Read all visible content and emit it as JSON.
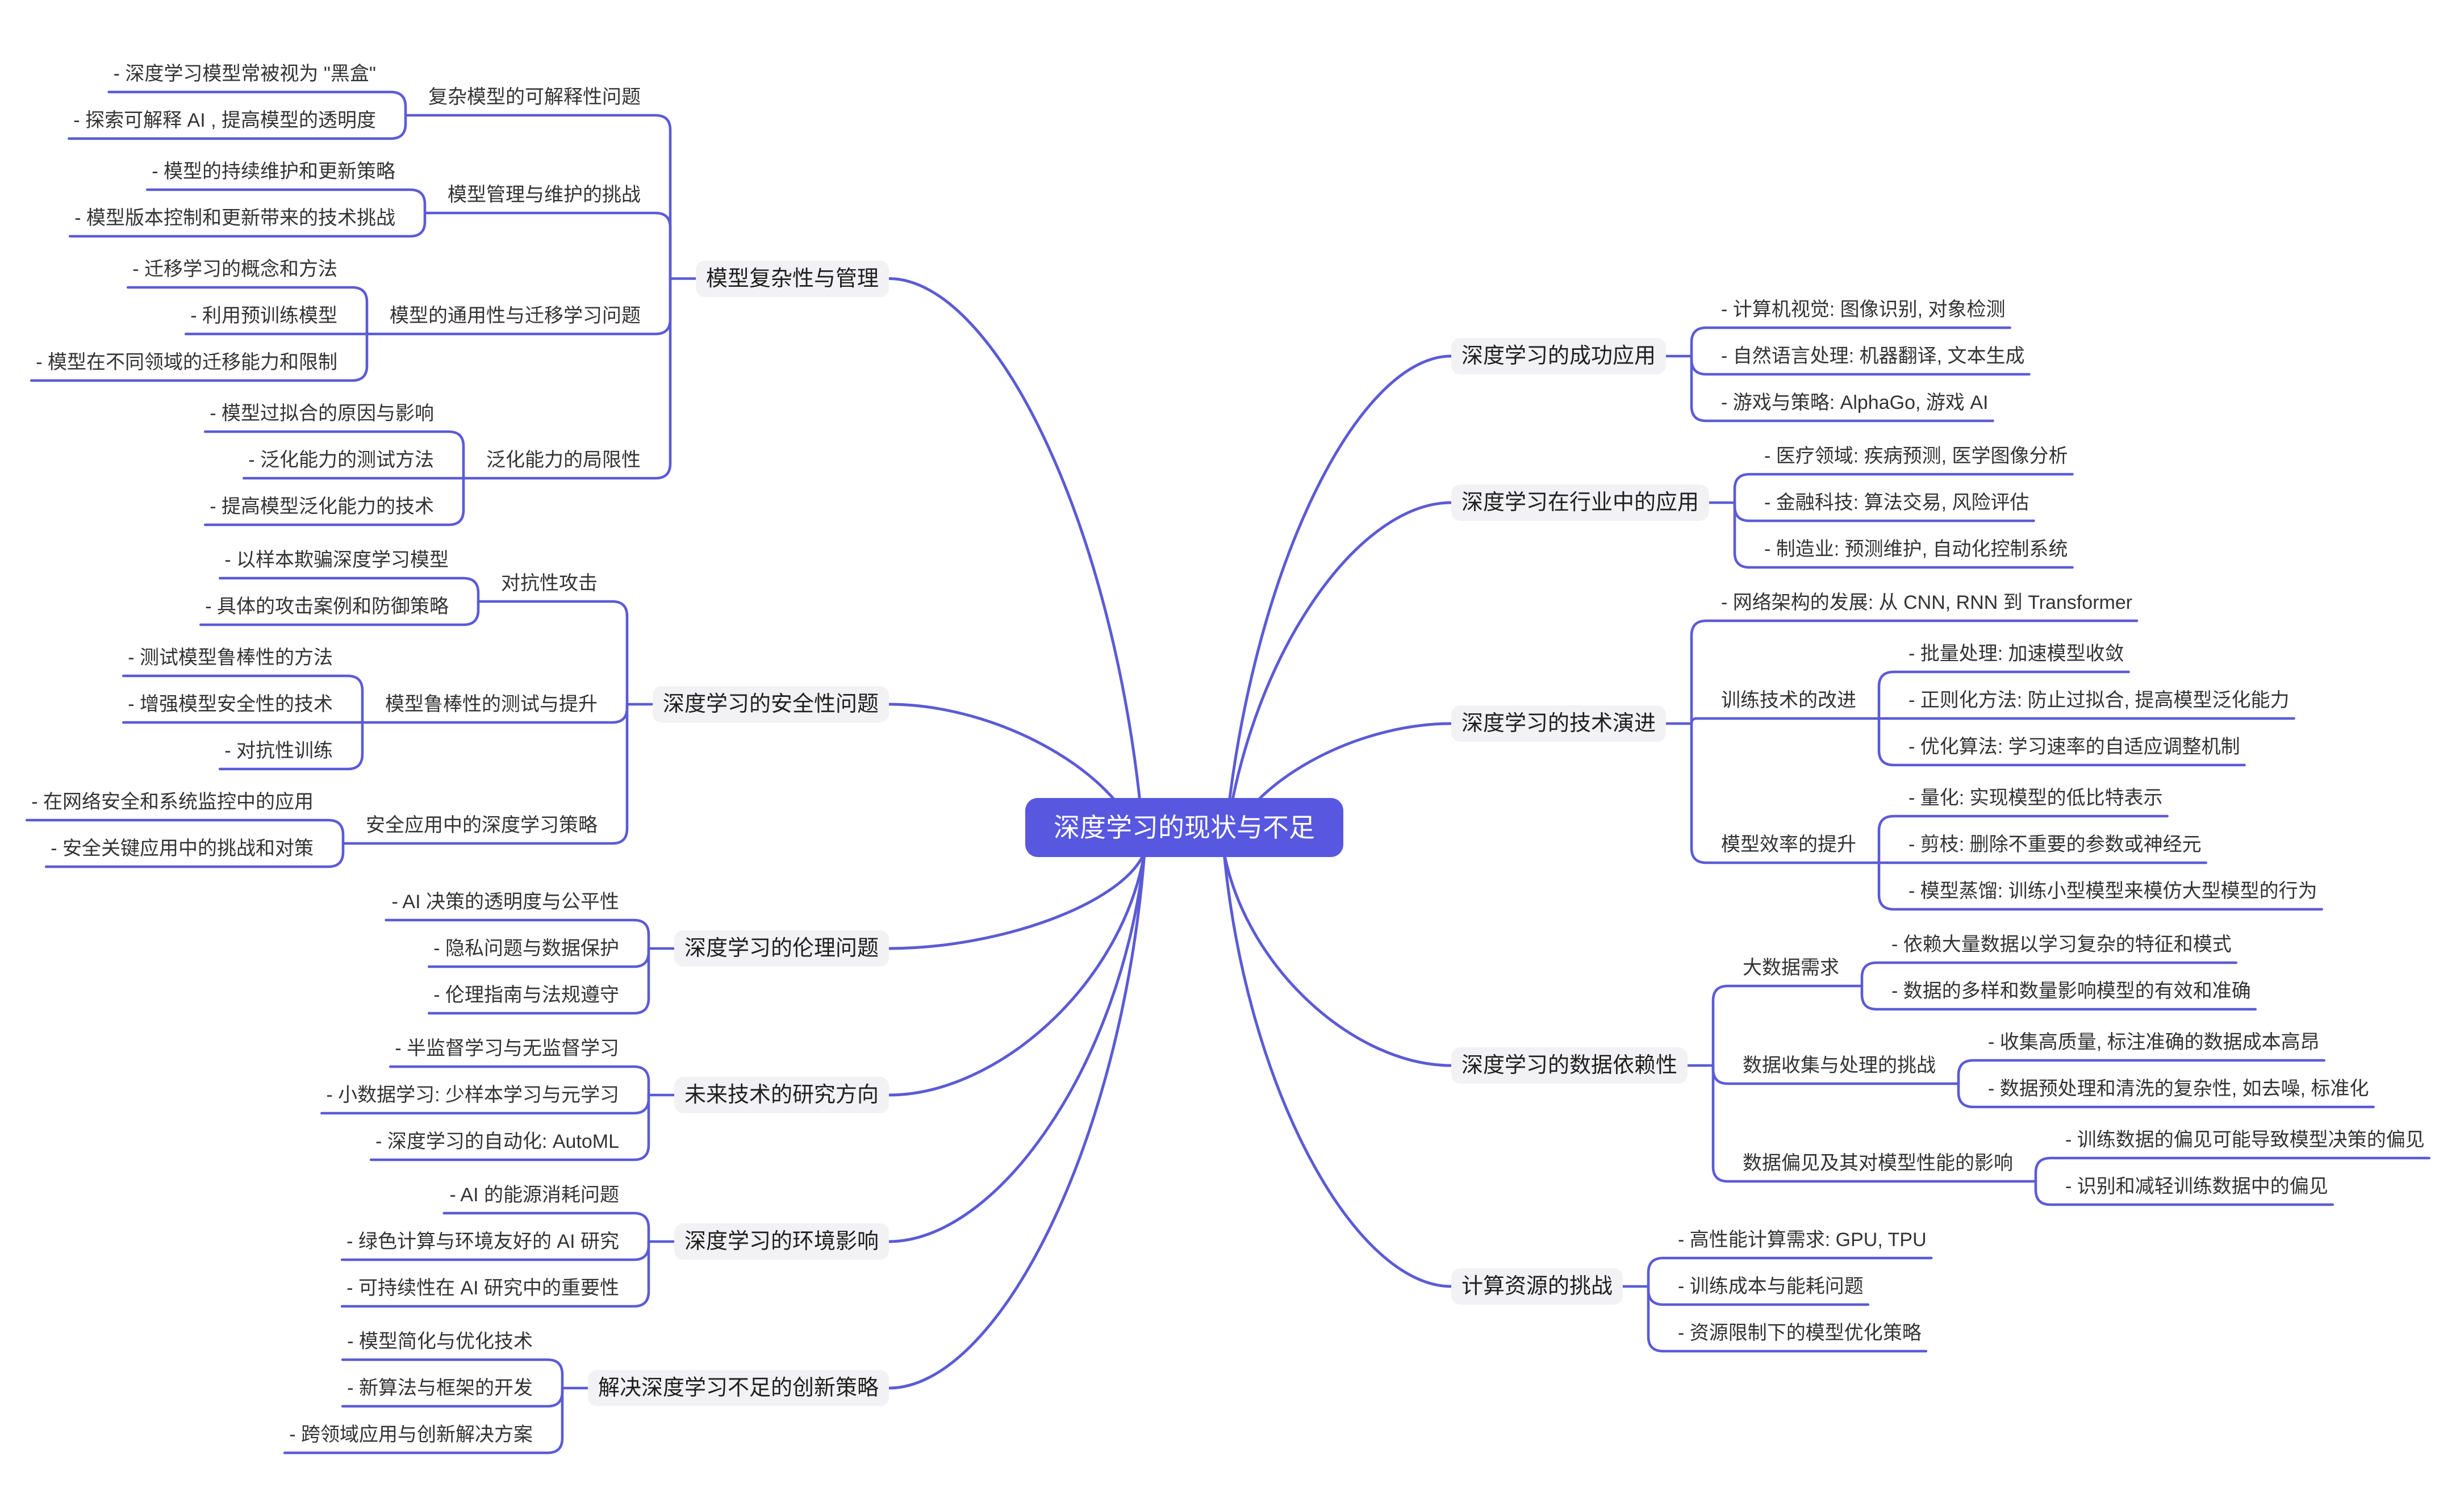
{
  "root": {
    "label": "深度学习的现状与不足"
  },
  "branches": [
    {
      "label": "模型复杂性与管理",
      "side": "left",
      "children": [
        {
          "label": "复杂模型的可解释性问题",
          "children": [
            {
              "label": "- 深度学习模型常被视为 \"黑盒\""
            },
            {
              "label": "- 探索可解释 AI , 提高模型的透明度"
            }
          ]
        },
        {
          "label": "模型管理与维护的挑战",
          "children": [
            {
              "label": "- 模型的持续维护和更新策略"
            },
            {
              "label": "- 模型版本控制和更新带来的技术挑战"
            }
          ]
        },
        {
          "label": "模型的通用性与迁移学习问题",
          "children": [
            {
              "label": "- 迁移学习的概念和方法"
            },
            {
              "label": "- 利用预训练模型"
            },
            {
              "label": "- 模型在不同领域的迁移能力和限制"
            }
          ]
        },
        {
          "label": "泛化能力的局限性",
          "children": [
            {
              "label": "- 模型过拟合的原因与影响"
            },
            {
              "label": "- 泛化能力的测试方法"
            },
            {
              "label": "- 提高模型泛化能力的技术"
            }
          ]
        }
      ]
    },
    {
      "label": "深度学习的安全性问题",
      "side": "left",
      "children": [
        {
          "label": "对抗性攻击",
          "children": [
            {
              "label": "- 以样本欺骗深度学习模型"
            },
            {
              "label": "- 具体的攻击案例和防御策略"
            }
          ]
        },
        {
          "label": "模型鲁棒性的测试与提升",
          "children": [
            {
              "label": "- 测试模型鲁棒性的方法"
            },
            {
              "label": "- 增强模型安全性的技术"
            },
            {
              "label": "- 对抗性训练"
            }
          ]
        },
        {
          "label": "安全应用中的深度学习策略",
          "children": [
            {
              "label": "- 在网络安全和系统监控中的应用"
            },
            {
              "label": "- 安全关键应用中的挑战和对策"
            }
          ]
        }
      ]
    },
    {
      "label": "深度学习的伦理问题",
      "side": "left",
      "children": [
        {
          "label": "- AI 决策的透明度与公平性"
        },
        {
          "label": "- 隐私问题与数据保护"
        },
        {
          "label": "- 伦理指南与法规遵守"
        }
      ]
    },
    {
      "label": "未来技术的研究方向",
      "side": "left",
      "children": [
        {
          "label": "- 半监督学习与无监督学习"
        },
        {
          "label": "- 小数据学习: 少样本学习与元学习"
        },
        {
          "label": "- 深度学习的自动化: AutoML"
        }
      ]
    },
    {
      "label": "深度学习的环境影响",
      "side": "left",
      "children": [
        {
          "label": "- AI 的能源消耗问题"
        },
        {
          "label": "- 绿色计算与环境友好的 AI 研究"
        },
        {
          "label": "- 可持续性在 AI 研究中的重要性"
        }
      ]
    },
    {
      "label": "解决深度学习不足的创新策略",
      "side": "left",
      "children": [
        {
          "label": "- 模型简化与优化技术"
        },
        {
          "label": "- 新算法与框架的开发"
        },
        {
          "label": "- 跨领域应用与创新解决方案"
        }
      ]
    },
    {
      "label": "深度学习的成功应用",
      "side": "right",
      "children": [
        {
          "label": "- 计算机视觉: 图像识别, 对象检测"
        },
        {
          "label": "- 自然语言处理: 机器翻译, 文本生成"
        },
        {
          "label": "- 游戏与策略: AlphaGo, 游戏 AI"
        }
      ]
    },
    {
      "label": "深度学习在行业中的应用",
      "side": "right",
      "children": [
        {
          "label": "- 医疗领域: 疾病预测, 医学图像分析"
        },
        {
          "label": "- 金融科技: 算法交易, 风险评估"
        },
        {
          "label": "- 制造业: 预测维护, 自动化控制系统"
        }
      ]
    },
    {
      "label": "深度学习的技术演进",
      "side": "right",
      "children": [
        {
          "label": "- 网络架构的发展: 从 CNN, RNN 到 Transformer"
        },
        {
          "label": "训练技术的改进",
          "children": [
            {
              "label": "- 批量处理: 加速模型收敛"
            },
            {
              "label": "- 正则化方法: 防止过拟合, 提高模型泛化能力"
            },
            {
              "label": "- 优化算法: 学习速率的自适应调整机制"
            }
          ]
        },
        {
          "label": "模型效率的提升",
          "children": [
            {
              "label": "- 量化: 实现模型的低比特表示"
            },
            {
              "label": "- 剪枝: 删除不重要的参数或神经元"
            },
            {
              "label": "- 模型蒸馏: 训练小型模型来模仿大型模型的行为"
            }
          ]
        }
      ]
    },
    {
      "label": "深度学习的数据依赖性",
      "side": "right",
      "children": [
        {
          "label": "大数据需求",
          "children": [
            {
              "label": "- 依赖大量数据以学习复杂的特征和模式"
            },
            {
              "label": "- 数据的多样和数量影响模型的有效和准确"
            }
          ]
        },
        {
          "label": "数据收集与处理的挑战",
          "children": [
            {
              "label": "- 收集高质量, 标注准确的数据成本高昂"
            },
            {
              "label": "- 数据预处理和清洗的复杂性, 如去噪, 标准化"
            }
          ]
        },
        {
          "label": "数据偏见及其对模型性能的影响",
          "children": [
            {
              "label": "- 训练数据的偏见可能导致模型决策的偏见"
            },
            {
              "label": "- 识别和减轻训练数据中的偏见"
            }
          ]
        }
      ]
    },
    {
      "label": "计算资源的挑战",
      "side": "right",
      "children": [
        {
          "label": "- 高性能计算需求: GPU, TPU"
        },
        {
          "label": "- 训练成本与能耗问题"
        },
        {
          "label": "- 资源限制下的模型优化策略"
        }
      ]
    }
  ],
  "colors": {
    "background": "#FFFFFF",
    "link": "#5B5BD6",
    "root_fill": "#5757E0",
    "root_text": "#FFFFFF",
    "branch_fill": "#F2F2F4",
    "branch_text": "#1F1F1F",
    "text": "#333333"
  }
}
